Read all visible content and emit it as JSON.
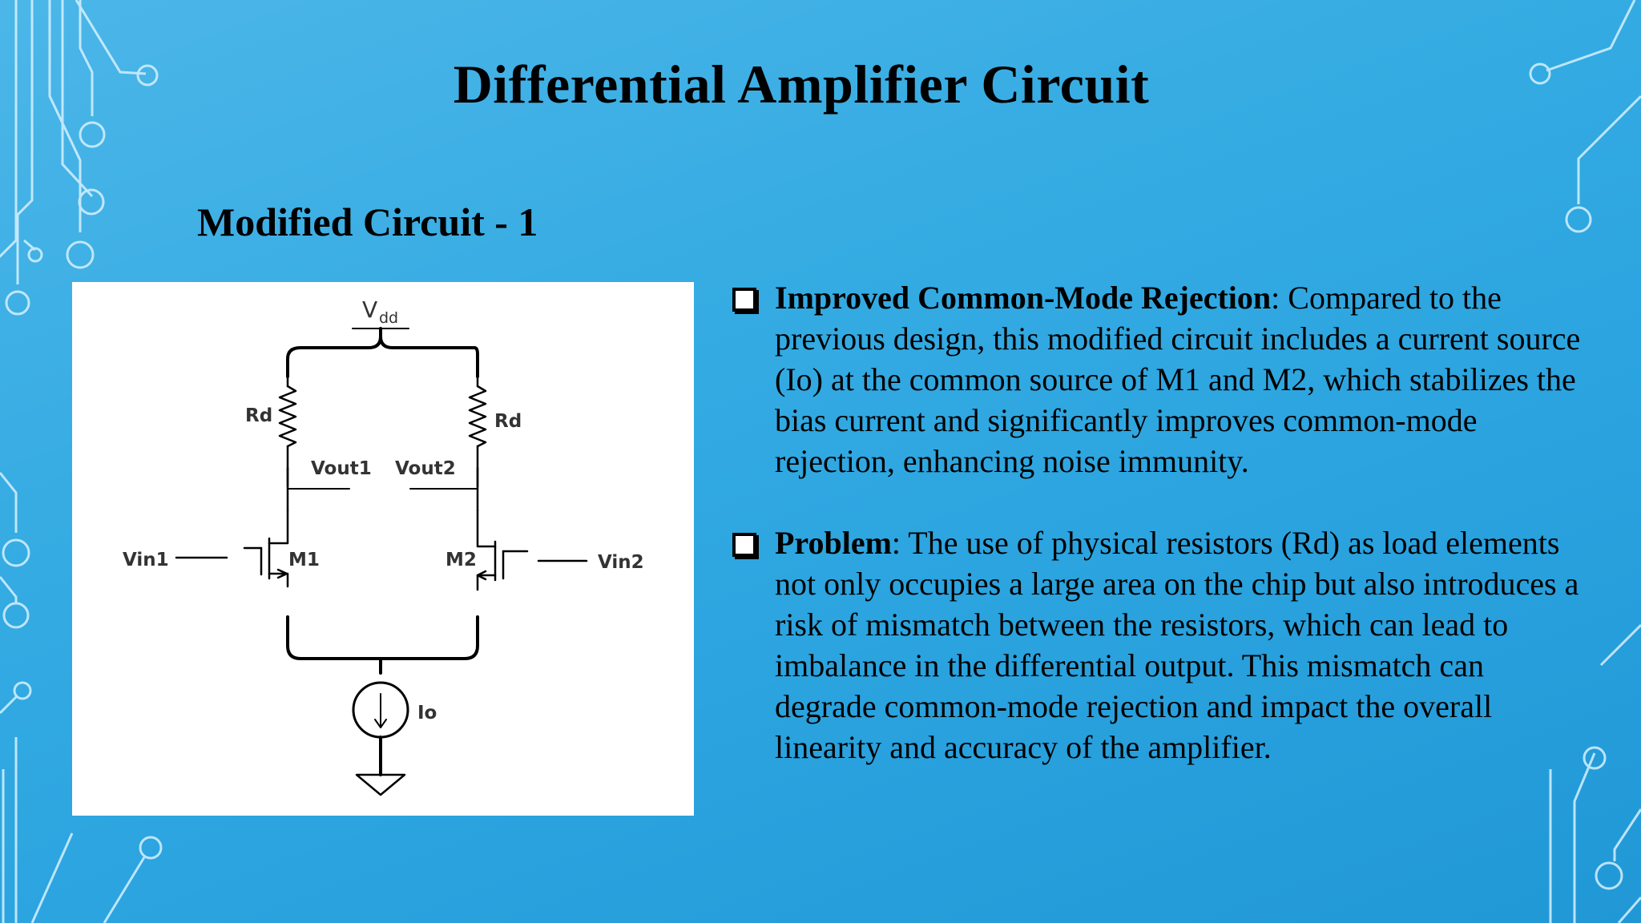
{
  "slide": {
    "title": "Differential Amplifier Circuit",
    "subtitle": "Modified Circuit - 1"
  },
  "diagram": {
    "vdd_main": "V",
    "vdd_sub": "dd",
    "rd_left": "Rd",
    "rd_right": "Rd",
    "vout1": "Vout1",
    "vout2": "Vout2",
    "vin1": "Vin1",
    "vin2": "Vin2",
    "m1": "M1",
    "m2": "M2",
    "io": "Io"
  },
  "bullets": [
    {
      "heading": "Improved Common-Mode Rejection",
      "text": ": Compared to the previous design, this modified circuit includes a current source (Io) at the common source of M1 and M2, which stabilizes the bias current and significantly improves common-mode rejection, enhancing noise immunity."
    },
    {
      "heading": "Problem",
      "text": ": The use of physical resistors (Rd) as load elements not only occupies a large area on the chip but also introduces a risk of mismatch between the resistors, which can lead to imbalance in the differential output. This mismatch can degrade common-mode rejection and impact the overall linearity and accuracy of the amplifier."
    }
  ],
  "colors": {
    "background": "#36ace3",
    "trace": "#cfeeff",
    "text": "#000000",
    "figure_bg": "#ffffff"
  }
}
